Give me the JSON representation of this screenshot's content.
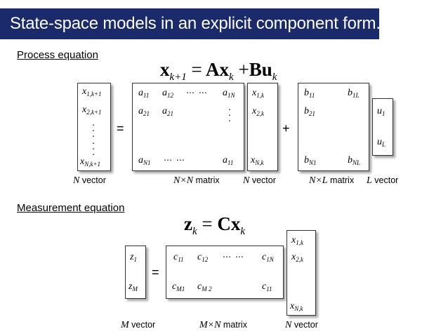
{
  "title": "State-space models in an explicit component form.",
  "process": {
    "heading": "Process equation",
    "equation": {
      "lhs": "x",
      "lhs_sub": "k+1",
      "equals": "=",
      "A": "A",
      "x": "x",
      "x_sub": "k",
      "plus": "+",
      "B": "B",
      "u": "u",
      "u_sub": "k"
    },
    "lhs_vector": [
      {
        "v": "x",
        "s": "1,k+1"
      },
      {
        "v": "x",
        "s": "2,k+1"
      },
      {
        "v": "x",
        "s": "N,k+1"
      }
    ],
    "equals_sign": "=",
    "plus_sign": "+",
    "matrix_A": [
      {
        "v": "a",
        "s": "11"
      },
      {
        "v": "a",
        "s": "12"
      },
      {
        "v": "a",
        "s": "1N"
      },
      {
        "v": "a",
        "s": "21"
      },
      {
        "v": "a",
        "s": "21"
      },
      {
        "v": "a",
        "s": "N1"
      },
      {
        "v": "a",
        "s": "11"
      }
    ],
    "vector_x": [
      {
        "v": "x",
        "s": "1,k"
      },
      {
        "v": "x",
        "s": "2,k"
      },
      {
        "v": "x",
        "s": "N,k"
      }
    ],
    "matrix_B": [
      {
        "v": "b",
        "s": "11"
      },
      {
        "v": "b",
        "s": "1L"
      },
      {
        "v": "b",
        "s": "21"
      },
      {
        "v": "b",
        "s": "N1"
      },
      {
        "v": "b",
        "s": "NL"
      }
    ],
    "vector_u": [
      {
        "v": "u",
        "s": "1"
      },
      {
        "v": "u",
        "s": "L"
      }
    ],
    "labels": [
      {
        "var": "N",
        "text": " vector"
      },
      {
        "var": "N×N",
        "text": " matrix"
      },
      {
        "var": "N",
        "text": " vector"
      },
      {
        "var": "N×L",
        "text": " matrix"
      },
      {
        "var": "L",
        "text": " vector"
      }
    ]
  },
  "measurement": {
    "heading": "Measurement equation",
    "equation": {
      "lhs": "z",
      "lhs_sub": "k",
      "equals": "=",
      "C": "C",
      "x": "x",
      "x_sub": "k"
    },
    "vector_z": [
      {
        "v": "z",
        "s": "1"
      },
      {
        "v": "z",
        "s": "M"
      }
    ],
    "equals_sign": "=",
    "matrix_C": [
      {
        "v": "c",
        "s": "11"
      },
      {
        "v": "c",
        "s": "12"
      },
      {
        "v": "c",
        "s": "1N"
      },
      {
        "v": "c",
        "s": "M1"
      },
      {
        "v": "c",
        "s": "M 2"
      },
      {
        "v": "c",
        "s": "11"
      }
    ],
    "vector_x": [
      {
        "v": "x",
        "s": "1,k"
      },
      {
        "v": "x",
        "s": "2,k"
      },
      {
        "v": "x",
        "s": "N,k"
      }
    ],
    "labels": [
      {
        "var": "M",
        "text": " vector"
      },
      {
        "var": "M×N",
        "text": " matrix"
      },
      {
        "var": "N",
        "text": " vector"
      }
    ]
  }
}
